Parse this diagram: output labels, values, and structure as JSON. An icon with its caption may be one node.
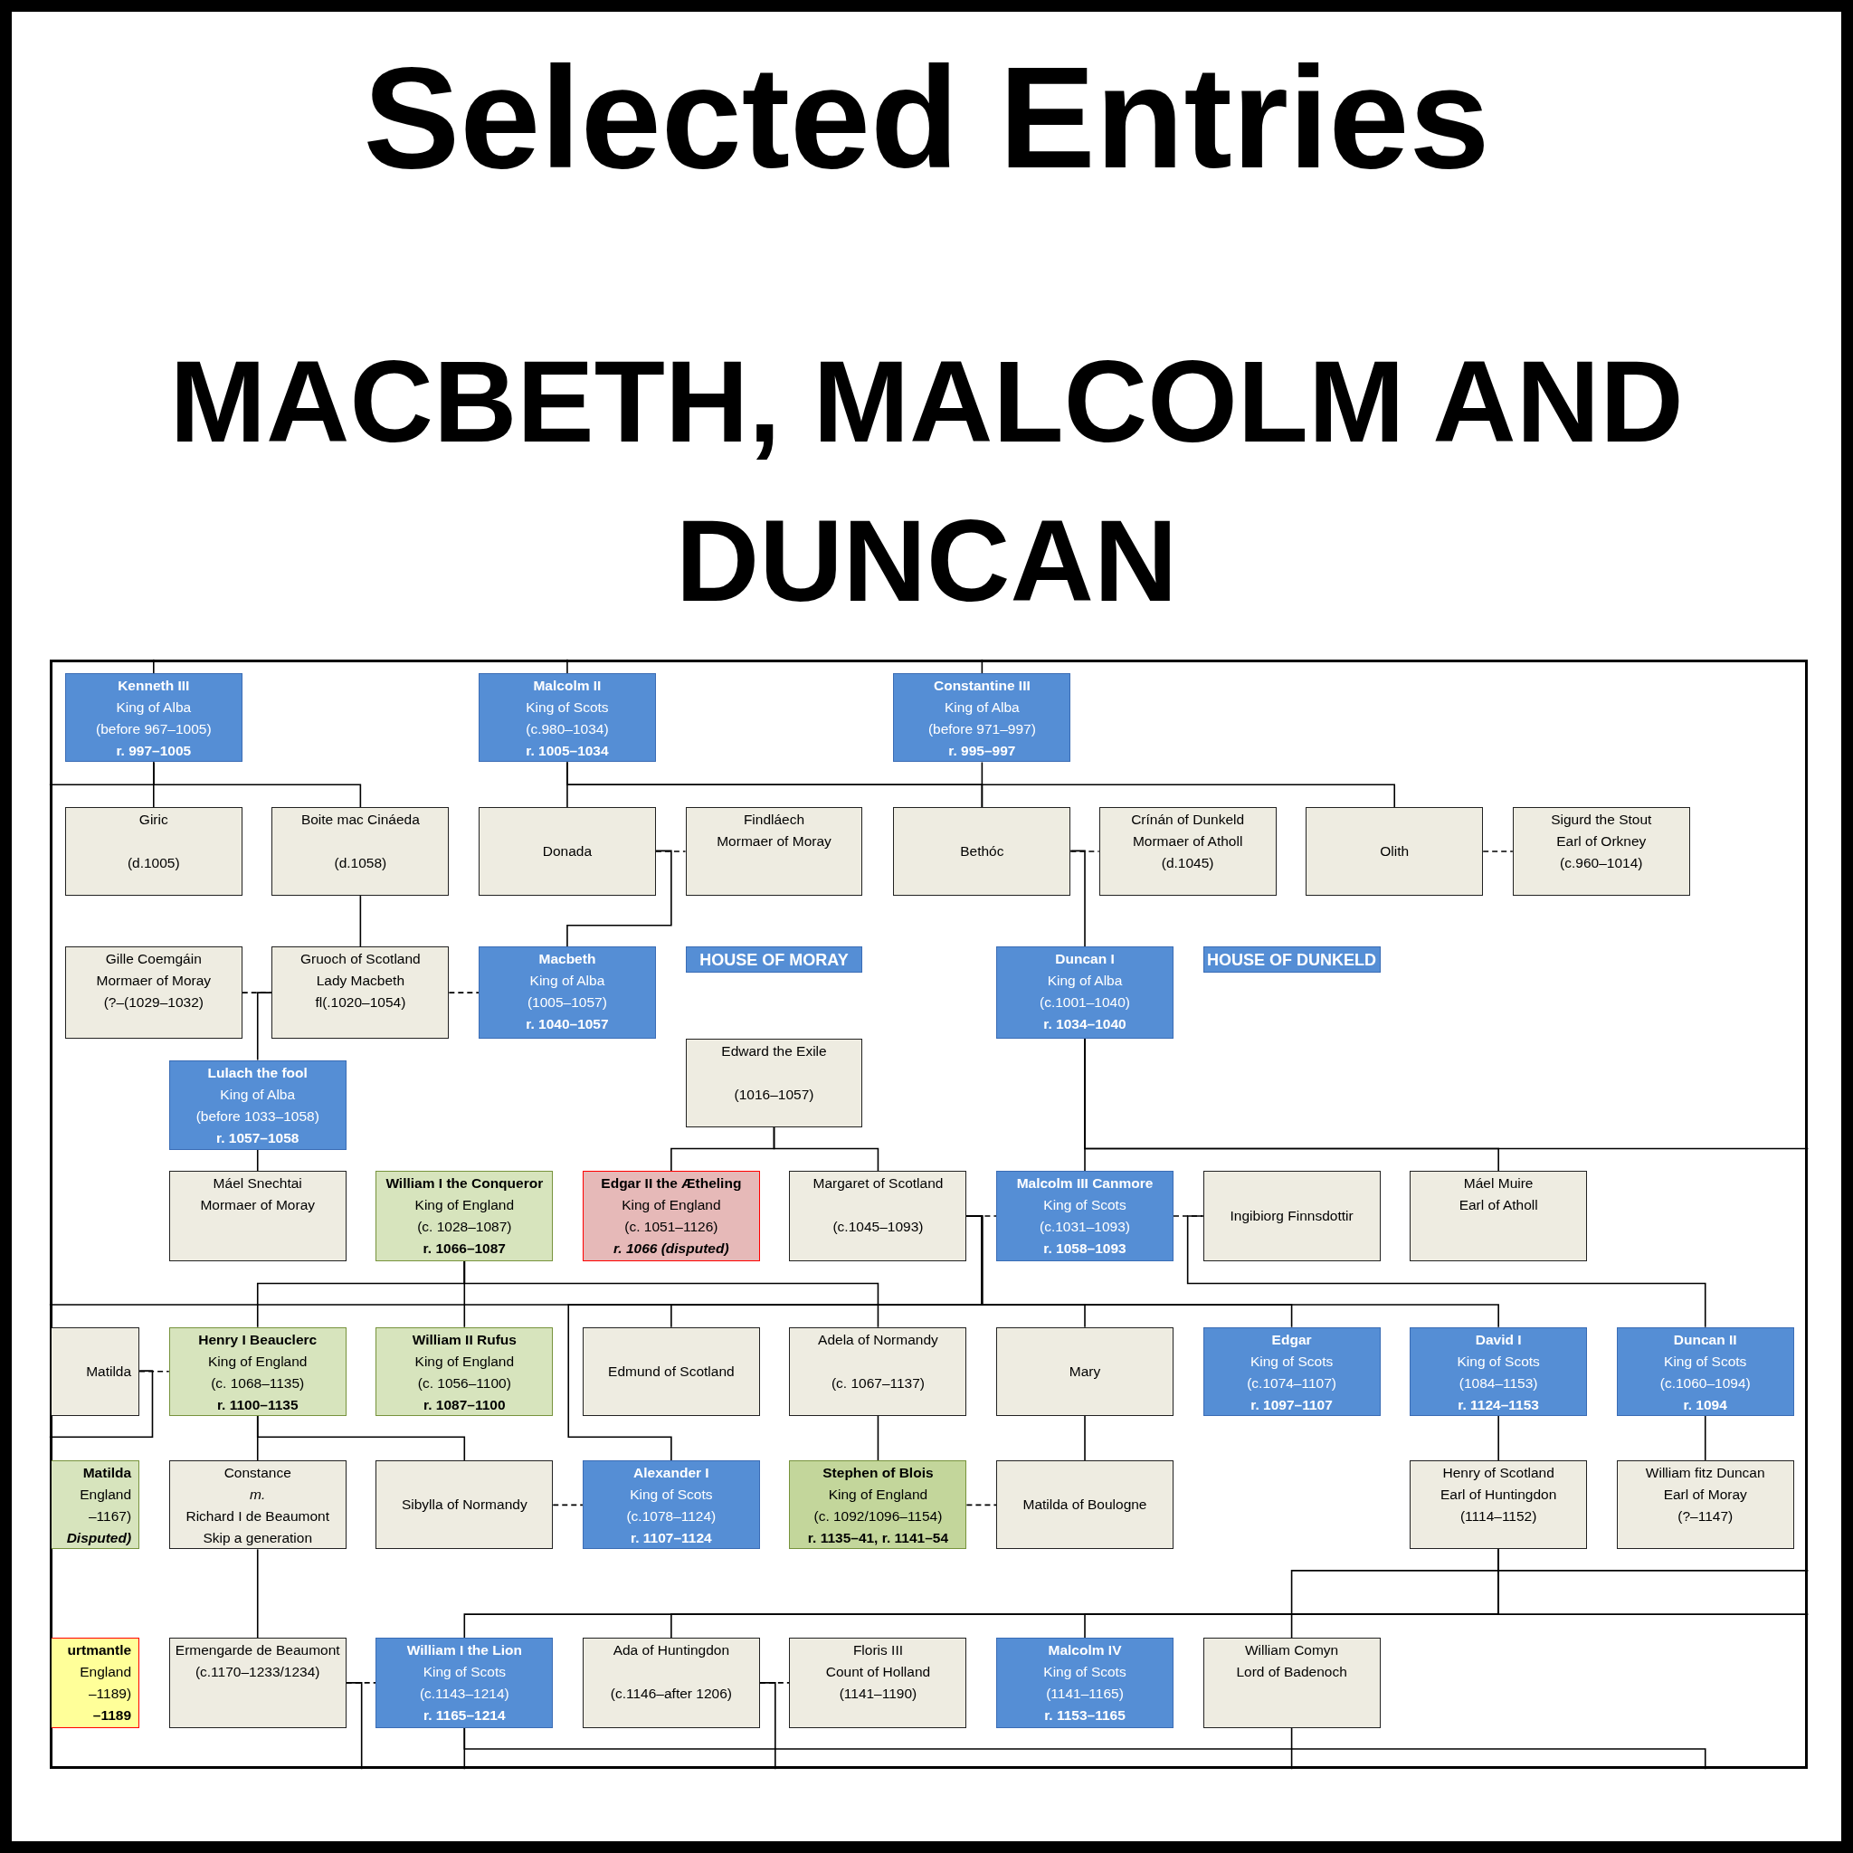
{
  "diagram": {
    "title": "Selected Entries",
    "labels": [
      "MACBETH, MALCOLM AND DUNCAN"
    ],
    "nodes": [
      {
        "text": [
          "Kenneth III",
          "King of Alba",
          "(before 967–1005)",
          "r. 997–1005"
        ]
      },
      {
        "text": [
          "Malcolm II",
          "King of Scots",
          "(c.980–1034)",
          "r. 1005–1034"
        ]
      },
      {
        "text": [
          "Constantine III",
          "King of Alba",
          "(before 971–997)",
          "r. 995–997"
        ]
      },
      {
        "text": [
          "Giric",
          "(d.1005)"
        ]
      },
      {
        "text": [
          "Boite mac Cináeda",
          "(d.1058)"
        ]
      },
      {
        "text": [
          "Donada"
        ]
      },
      {
        "text": [
          "Findláech",
          "Mormaer of Moray"
        ]
      },
      {
        "text": [
          "Bethóc"
        ]
      },
      {
        "text": [
          "Crínán of Dunkeld",
          "Mormaer of Atholl",
          "(d.1045)"
        ]
      },
      {
        "text": [
          "Olith"
        ]
      },
      {
        "text": [
          "Sigurd the Stout",
          "Earl of Orkney",
          "(c.960–1014)"
        ]
      },
      {
        "text": [
          "Gille Coemgáin",
          "Mormaer of Moray",
          "(?–(1029–1032)"
        ]
      },
      {
        "text": [
          "Gruoch of Scotland",
          "Lady Macbeth",
          "fl(.1020–1054)"
        ]
      },
      {
        "text": [
          "Macbeth",
          "King of Alba",
          "(1005–1057)",
          "r. 1040–1057"
        ]
      },
      {
        "text": [
          "HOUSE OF MORAY"
        ]
      },
      {
        "text": [
          "Duncan I",
          "King of Alba",
          "(c.1001–1040)",
          "r. 1034–1040"
        ]
      },
      {
        "text": [
          "HOUSE OF DUNKELD"
        ]
      },
      {
        "text": [
          "Edward the Exile",
          "(1016–1057)"
        ]
      },
      {
        "text": [
          "Lulach the fool",
          "King of Alba",
          "(before 1033–1058)",
          "r. 1057–1058"
        ]
      },
      {
        "text": [
          "Máel Snechtai",
          "Mormaer of Moray"
        ]
      },
      {
        "text": [
          "William I the Conqueror",
          "King of England",
          "(c. 1028–1087)",
          "r. 1066–1087"
        ]
      },
      {
        "text": [
          "Edgar II the Ætheling",
          "King of England",
          "(c. 1051–1126)",
          "r. 1066 (disputed)"
        ]
      },
      {
        "text": [
          "Margaret of Scotland",
          "(c.1045–1093)"
        ]
      },
      {
        "text": [
          "Malcolm III Canmore",
          "King of Scots",
          "(c.1031–1093)",
          "r. 1058–1093"
        ]
      },
      {
        "text": [
          "Ingibiorg Finnsdottir"
        ]
      },
      {
        "text": [
          "Máel Muire",
          "Earl of Atholl"
        ]
      },
      {
        "text": [
          "Matilda"
        ]
      },
      {
        "text": [
          "Henry I Beauclerc",
          "King of England",
          "(c. 1068–1135)",
          "r. 1100–1135"
        ]
      },
      {
        "text": [
          "William II Rufus",
          "King of England",
          "(c. 1056–1100)",
          "r. 1087–1100"
        ]
      },
      {
        "text": [
          "Edmund of Scotland"
        ]
      },
      {
        "text": [
          "Adela of Normandy",
          "(c. 1067–1137)"
        ]
      },
      {
        "text": [
          "Mary"
        ]
      },
      {
        "text": [
          "Edgar",
          "King of Scots",
          "(c.1074–1107)",
          "r. 1097–1107"
        ]
      },
      {
        "text": [
          "David I",
          "King of Scots",
          "(1084–1153)",
          "r. 1124–1153"
        ]
      },
      {
        "text": [
          "Duncan II",
          "King of Scots",
          "(c.1060–1094)",
          "r. 1094"
        ]
      },
      {
        "text": [
          "Matilda",
          "England",
          "–1167)",
          "Disputed)"
        ]
      },
      {
        "text": [
          "Constance",
          "m.",
          "Richard I de Beaumont",
          "Skip a generation"
        ]
      },
      {
        "text": [
          "Sibylla of Normandy"
        ]
      },
      {
        "text": [
          "Alexander I",
          "King of Scots",
          "(c.1078–1124)",
          "r. 1107–1124"
        ]
      },
      {
        "text": [
          "Stephen of Blois",
          "King of England",
          "(c. 1092/1096–1154)",
          "r. 1135–41, r. 1141–54"
        ]
      },
      {
        "text": [
          "Matilda of Boulogne"
        ]
      },
      {
        "text": [
          "Henry of Scotland",
          "Earl of Huntingdon",
          "(1114–1152)"
        ]
      },
      {
        "text": [
          "William fitz Duncan",
          "Earl of Moray",
          "(?–1147)"
        ]
      },
      {
        "text": [
          "urtmantle",
          "England",
          "–1189)",
          "–1189"
        ]
      },
      {
        "text": [
          "Ermengarde de Beaumont",
          "(c.1170–1233/1234)"
        ]
      },
      {
        "text": [
          "William I the Lion",
          "King of Scots",
          "(c.1143–1214)",
          "r. 1165–1214"
        ]
      },
      {
        "text": [
          "Ada of Huntingdon",
          "(c.1146–after 1206)"
        ]
      },
      {
        "text": [
          "Floris III",
          "Count of Holland",
          "(1141–1190)"
        ]
      },
      {
        "text": [
          "Malcolm IV",
          "King of Scots",
          "(1141–1165)",
          "r. 1153–1165"
        ]
      },
      {
        "text": [
          "William Comyn",
          "Lord of Badenoch"
        ]
      }
    ],
    "edges": [
      {
        "from": null,
        "to": 0,
        "arrow": "none"
      },
      {
        "from": null,
        "to": 1,
        "arrow": "none"
      },
      {
        "from": null,
        "to": 2,
        "arrow": "none"
      },
      {
        "from": 0,
        "to": 3,
        "arrow": "none"
      },
      {
        "from": 0,
        "to": 4,
        "arrow": "none"
      },
      {
        "from": 0,
        "to": null,
        "arrow": "none"
      },
      {
        "from": 1,
        "to": 5,
        "arrow": "none"
      },
      {
        "from": 1,
        "to": 7,
        "arrow": "none"
      },
      {
        "from": 1,
        "to": 9,
        "arrow": "none"
      },
      {
        "from": 2,
        "to": 7,
        "arrow": "none"
      },
      {
        "from": 5,
        "to": 6,
        "arrow": "none",
        "style": "dashed"
      },
      {
        "from": 5,
        "to": 13,
        "arrow": "none"
      },
      {
        "from": 7,
        "to": 8,
        "arrow": "none",
        "style": "dashed"
      },
      {
        "from": 7,
        "to": 15,
        "arrow": "none"
      },
      {
        "from": 9,
        "to": 10,
        "arrow": "none",
        "style": "dashed"
      },
      {
        "from": 4,
        "to": 12,
        "arrow": "none"
      },
      {
        "from": 11,
        "to": 12,
        "arrow": "none",
        "style": "dashed"
      },
      {
        "from": 12,
        "to": 18,
        "arrow": "none"
      },
      {
        "from": 12,
        "to": 13,
        "arrow": "none",
        "style": "dashed"
      },
      {
        "from": 18,
        "to": 19,
        "arrow": "none"
      },
      {
        "from": 17,
        "to": 21,
        "arrow": "none"
      },
      {
        "from": 17,
        "to": 22,
        "arrow": "none"
      },
      {
        "from": 15,
        "to": 23,
        "arrow": "none"
      },
      {
        "from": 15,
        "to": 25,
        "arrow": "none"
      },
      {
        "from": 15,
        "to": null,
        "arrow": "none"
      },
      {
        "from": 22,
        "to": 23,
        "arrow": "none",
        "style": "dashed"
      },
      {
        "from": 23,
        "to": 24,
        "arrow": "none",
        "style": "dashed"
      },
      {
        "from": 22,
        "to": 29,
        "arrow": "none"
      },
      {
        "from": 22,
        "to": 31,
        "arrow": "none"
      },
      {
        "from": 22,
        "to": 32,
        "arrow": "none"
      },
      {
        "from": 22,
        "to": 33,
        "arrow": "none"
      },
      {
        "from": 22,
        "to": 38,
        "arrow": "none"
      },
      {
        "from": 22,
        "to": null,
        "arrow": "none"
      },
      {
        "from": 24,
        "to": 34,
        "arrow": "none"
      },
      {
        "from": 20,
        "to": 27,
        "arrow": "none"
      },
      {
        "from": 20,
        "to": 28,
        "arrow": "none"
      },
      {
        "from": 20,
        "to": 30,
        "arrow": "none"
      },
      {
        "from": 26,
        "to": 27,
        "arrow": "none",
        "style": "dashed"
      },
      {
        "from": 26,
        "to": null,
        "arrow": "none"
      },
      {
        "from": 27,
        "to": 36,
        "arrow": "none"
      },
      {
        "from": 27,
        "to": 37,
        "arrow": "none"
      },
      {
        "from": 37,
        "to": 38,
        "arrow": "none",
        "style": "dashed"
      },
      {
        "from": 30,
        "to": 39,
        "arrow": "none"
      },
      {
        "from": 39,
        "to": 40,
        "arrow": "none",
        "style": "dashed"
      },
      {
        "from": 31,
        "to": 40,
        "arrow": "none"
      },
      {
        "from": 33,
        "to": 41,
        "arrow": "none"
      },
      {
        "from": 34,
        "to": 42,
        "arrow": "none"
      },
      {
        "from": 36,
        "to": 44,
        "arrow": "none"
      },
      {
        "from": 41,
        "to": 45,
        "arrow": "none"
      },
      {
        "from": 41,
        "to": 46,
        "arrow": "none"
      },
      {
        "from": 41,
        "to": 48,
        "arrow": "none"
      },
      {
        "from": 41,
        "to": null,
        "arrow": "none"
      },
      {
        "from": null,
        "to": 49,
        "arrow": "none"
      },
      {
        "from": 44,
        "to": 45,
        "arrow": "none",
        "style": "dashed"
      },
      {
        "from": 44,
        "to": null,
        "arrow": "none"
      },
      {
        "from": 46,
        "to": 47,
        "arrow": "none",
        "style": "dashed"
      },
      {
        "from": 46,
        "to": null,
        "arrow": "none"
      },
      {
        "from": 45,
        "to": null,
        "arrow": "none"
      },
      {
        "from": 45,
        "to": null,
        "arrow": "none"
      },
      {
        "from": 49,
        "to": null,
        "arrow": "none"
      }
    ]
  }
}
